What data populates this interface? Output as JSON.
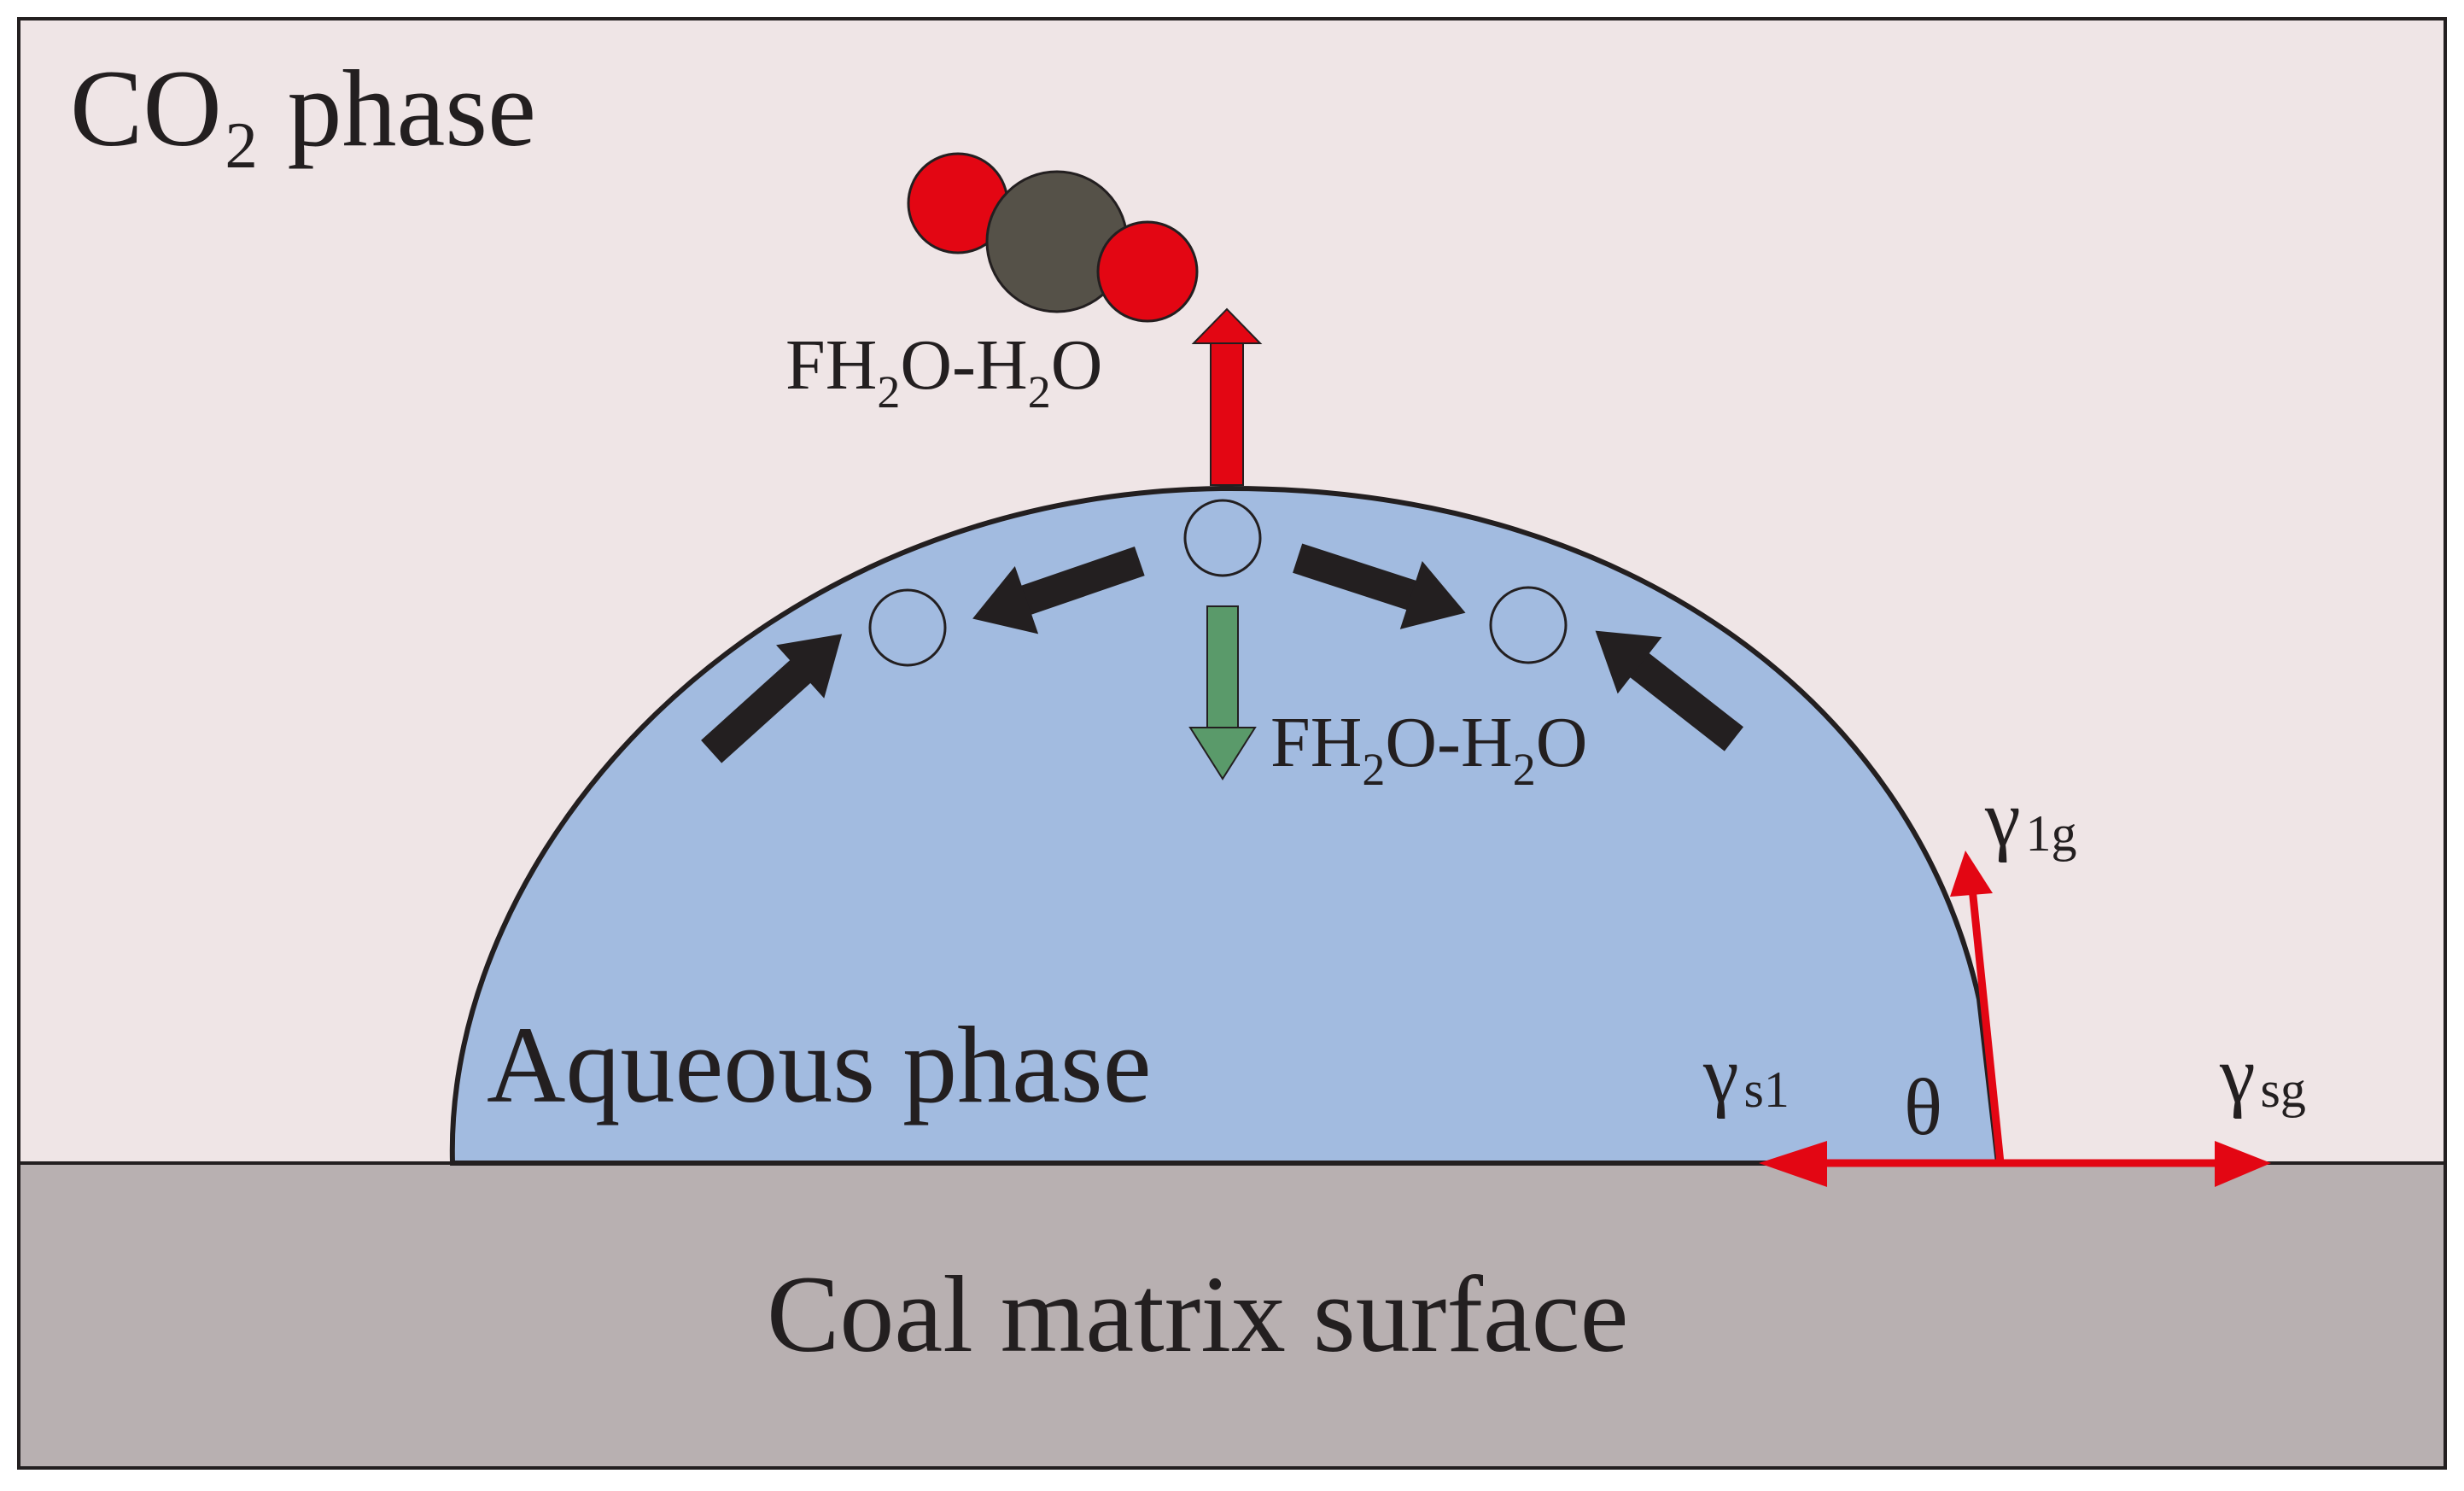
{
  "phases": {
    "gas": "CO₂ phase",
    "liquid": "Aqueous phase",
    "solid": "Coal matrix surface"
  },
  "forces": {
    "upward": {
      "main": "FH",
      "sub1": "2",
      "mid": "O-H",
      "sub2": "2",
      "end": "O"
    },
    "downward": {
      "main": "FH",
      "sub1": "2",
      "mid": "O-H",
      "sub2": "2",
      "end": "O"
    }
  },
  "tensions": {
    "liquid_gas": {
      "symbol": "γ",
      "sub": "1g"
    },
    "solid_liquid": {
      "symbol": "γ",
      "sub": "s1"
    },
    "solid_gas": {
      "symbol": "γ",
      "sub": "sg"
    },
    "contact_angle": "θ"
  },
  "colors": {
    "gas_background": "#efe5e6",
    "droplet": "#a2bbe0",
    "coal": "#b8b0b1",
    "oxygen": "#e30613",
    "carbon": "#555148",
    "tension_arrow": "#e30613",
    "down_arrow": "#5a9a6a",
    "flow_arrow": "#231f20"
  }
}
